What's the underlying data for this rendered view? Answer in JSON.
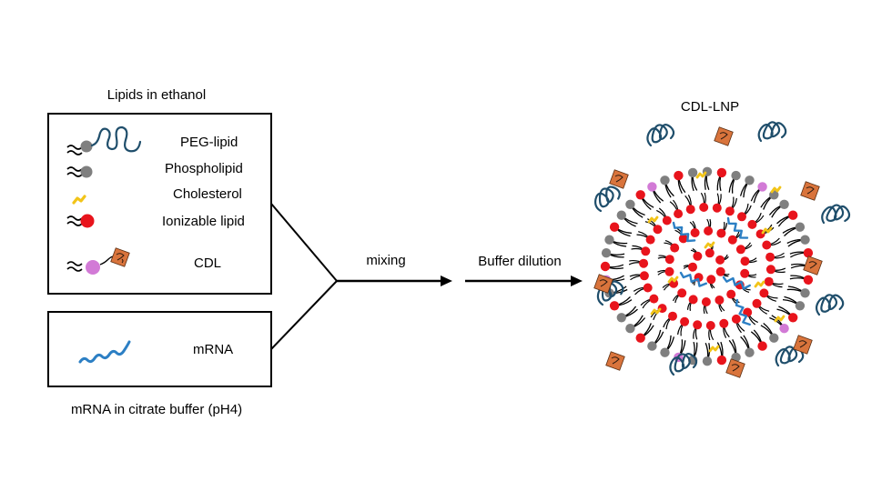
{
  "lipids_box": {
    "title": "Lipids in ethanol",
    "items": [
      {
        "label": "PEG-lipid",
        "icon": "peg-lipid-icon"
      },
      {
        "label": "Phospholipid",
        "icon": "phospholipid-icon"
      },
      {
        "label": "Cholesterol",
        "icon": "cholesterol-icon"
      },
      {
        "label": "Ionizable lipid",
        "icon": "ionizable-lipid-icon"
      },
      {
        "label": "CDL",
        "icon": "cdl-icon"
      }
    ]
  },
  "mrna_box": {
    "title": "mRNA in citrate buffer (pH4)",
    "item": {
      "label": "mRNA",
      "icon": "mrna-icon"
    }
  },
  "steps": {
    "mixing": "mixing",
    "dilution": "Buffer dilution"
  },
  "product": {
    "title": "CDL-LNP"
  },
  "colors": {
    "peg": "#1f4e6b",
    "phospholipid_head": "#7f7f7f",
    "cholesterol": "#f2c418",
    "ionizable_head": "#e8141c",
    "cdl_head": "#d27ad6",
    "cdl_ligand": "#d9743c",
    "mrna": "#2c7fc4"
  }
}
